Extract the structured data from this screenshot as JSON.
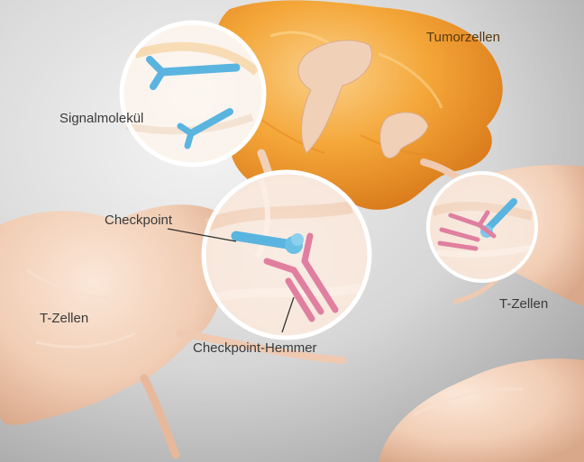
{
  "labels": {
    "tumor_cells": "Tumorzellen",
    "signal_molecule": "Signalmolekül",
    "checkpoint": "Checkpoint",
    "t_cells_left": "T-Zellen",
    "t_cells_right": "T-Zellen",
    "checkpoint_inhibitor": "Checkpoint-Hemmer"
  },
  "colors": {
    "tumor": "#f3a23a",
    "t_cell": "#f2d2bd",
    "signal_molecule": "#5ab4e0",
    "checkpoint_inhibitor": "#e07fa0",
    "background": "#d9d9d9"
  }
}
